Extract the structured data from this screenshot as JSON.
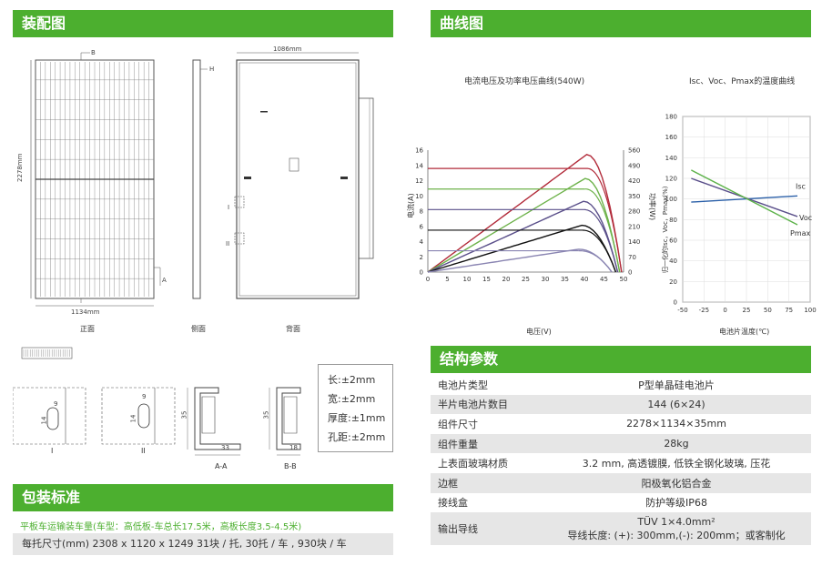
{
  "sections": {
    "assembly": "装配图",
    "curves": "曲线图",
    "params": "结构参数",
    "packing": "包装标准"
  },
  "drawings": {
    "width_dim": "1086mm",
    "height_dim": "2278mm",
    "bottom_dim": "1134mm",
    "mark_b": "B",
    "mark_a": "A",
    "mark_h": "H",
    "mark_i": "I",
    "mark_ii": "II",
    "front": "正面",
    "side": "侧面",
    "back": "背面",
    "detail_i": "I",
    "detail_ii": "II",
    "section_aa": "A-A",
    "section_bb": "B-B",
    "dim_35a": "35",
    "dim_33": "33",
    "dim_35b": "35",
    "dim_18": "18",
    "hole_14a": "14",
    "hole_9a": "9",
    "hole_14b": "14",
    "hole_9b": "9"
  },
  "tolerances": [
    "长:±2mm",
    "宽:±2mm",
    "厚度:±1mm",
    "孔距:±2mm"
  ],
  "chart_data": [
    {
      "type": "line",
      "title": "电流电压及功率电压曲线(540W)",
      "xlabel": "电压(V)",
      "ylabel": "电流(A)",
      "y2label": "功率(W)",
      "xlim": [
        0,
        50
      ],
      "ylim": [
        0,
        16
      ],
      "y2lim": [
        0,
        560
      ],
      "x_ticks": [
        0,
        5,
        10,
        15,
        20,
        25,
        30,
        35,
        40,
        45,
        50
      ],
      "y_ticks": [
        0,
        2,
        4,
        6,
        8,
        10,
        12,
        14,
        16
      ],
      "y2_ticks": [
        0,
        70,
        140,
        210,
        280,
        350,
        420,
        490,
        560
      ],
      "series": [
        {
          "color": "#b22b3a",
          "isc": 13.6,
          "voc": 49.5,
          "pmax": 540
        },
        {
          "color": "#6db24a",
          "isc": 10.9,
          "voc": 49.0,
          "pmax": 430
        },
        {
          "color": "#5a4f8a",
          "isc": 8.2,
          "voc": 48.5,
          "pmax": 325
        },
        {
          "color": "#111111",
          "isc": 5.5,
          "voc": 48.0,
          "pmax": 215
        },
        {
          "color": "#8a85b2",
          "isc": 2.8,
          "voc": 47.0,
          "pmax": 105
        }
      ]
    },
    {
      "type": "line",
      "title": "Isc、Voc、Pmax的温度曲线",
      "xlabel": "电池片温度(℃)",
      "ylabel": "归一化的Isc，Voc，Pmax(%)",
      "xlim": [
        -50,
        100
      ],
      "ylim": [
        0,
        180
      ],
      "x_ticks": [
        -50,
        -25,
        0,
        25,
        50,
        75,
        100
      ],
      "y_ticks": [
        0,
        20,
        40,
        60,
        80,
        100,
        120,
        140,
        160,
        180
      ],
      "grid": true,
      "series": [
        {
          "name": "Isc",
          "color": "#2a5fa8",
          "x": [
            -40,
            85
          ],
          "y": [
            97,
            103
          ]
        },
        {
          "name": "Voc",
          "color": "#5a4f8a",
          "x": [
            -40,
            85
          ],
          "y": [
            120,
            83
          ]
        },
        {
          "name": "Pmax",
          "color": "#5db24a",
          "x": [
            -40,
            85
          ],
          "y": [
            128,
            75
          ]
        }
      ]
    }
  ],
  "params": [
    {
      "k": "电池片类型",
      "v": "P型单晶硅电池片"
    },
    {
      "k": "半片电池片数目",
      "v": "144 (6×24)"
    },
    {
      "k": "组件尺寸",
      "v": "2278×1134×35mm"
    },
    {
      "k": "组件重量",
      "v": "28kg"
    },
    {
      "k": "上表面玻璃材质",
      "v": "3.2 mm, 高透镀膜, 低铁全钢化玻璃, 压花"
    },
    {
      "k": "边框",
      "v": "阳极氧化铝合金"
    },
    {
      "k": "接线盒",
      "v": "防护等级IP68"
    },
    {
      "k": "输出导线",
      "v": "TÜV 1×4.0mm²",
      "v2": "导线长度:  (+): 300mm,(-): 200mm；或客制化"
    }
  ],
  "packing": {
    "note": "平板车运输装车量(车型：高低板-车总长17.5米，高板长度3.5-4.5米)",
    "row": "每托尺寸(mm) 2308 x 1120 x 1249   31块 / 托, 30托 / 车 , 930块 / 车"
  }
}
